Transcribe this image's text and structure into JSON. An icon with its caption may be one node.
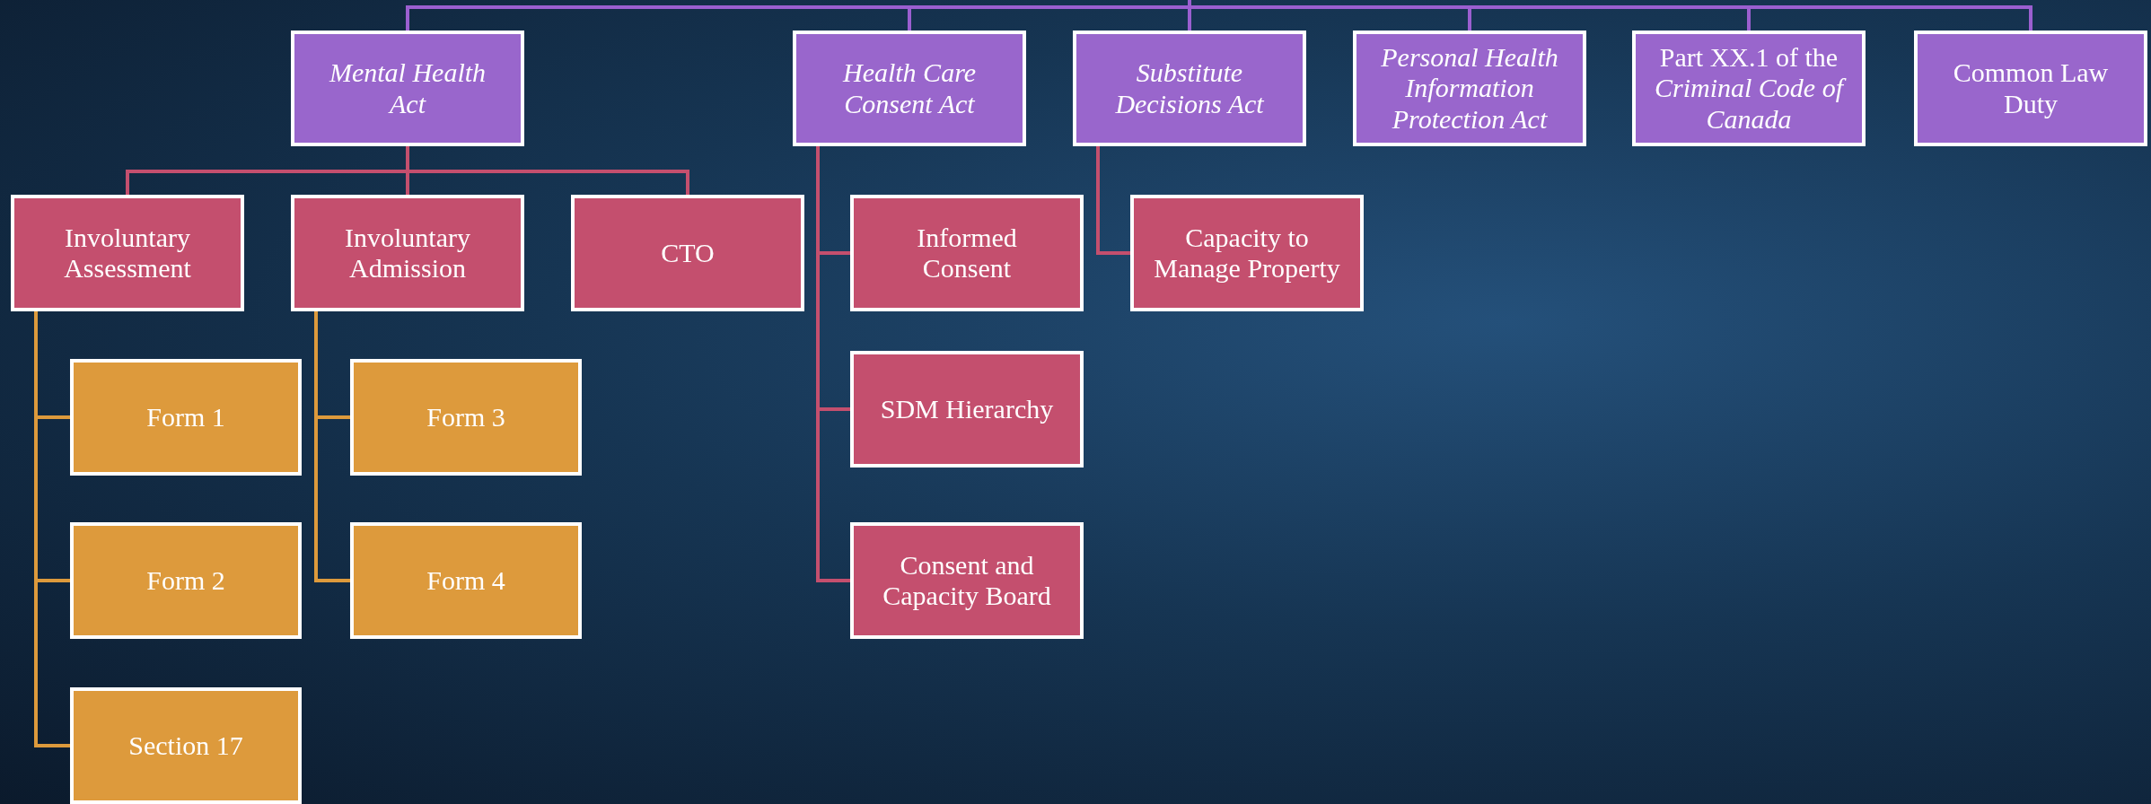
{
  "diagram": {
    "nodes": [
      {
        "text": [
          "Mental Health Act"
        ]
      },
      {
        "text": [
          "Health Care Consent Act"
        ]
      },
      {
        "text": [
          "Substitute Decisions Act"
        ]
      },
      {
        "text": [
          "Personal Health Information Protection Act"
        ]
      },
      {
        "text": [
          "Part XX.1 of the *Criminal Code of Canada*"
        ]
      },
      {
        "text": [
          "Common Law Duty"
        ]
      },
      {
        "text": [
          "Involuntary Assessment"
        ]
      },
      {
        "text": [
          "Involuntary Admission"
        ]
      },
      {
        "text": [
          "CTO"
        ]
      },
      {
        "text": [
          "Informed Consent"
        ]
      },
      {
        "text": [
          "Capacity to Manage Property"
        ]
      },
      {
        "text": [
          "SDM Hierarchy"
        ]
      },
      {
        "text": [
          "Consent and Capacity Board"
        ]
      },
      {
        "text": [
          "Form 1"
        ]
      },
      {
        "text": [
          "Form 2"
        ]
      },
      {
        "text": [
          "Section 17"
        ]
      },
      {
        "text": [
          "Form 3"
        ]
      },
      {
        "text": [
          "Form 4"
        ]
      }
    ],
    "edges": [
      {
        "from": null,
        "to": 0,
        "arrow": "none",
        "color": "#9b5fd0"
      },
      {
        "from": null,
        "to": 1,
        "arrow": "none",
        "color": "#9b5fd0"
      },
      {
        "from": null,
        "to": 2,
        "arrow": "none",
        "color": "#9b5fd0"
      },
      {
        "from": null,
        "to": 3,
        "arrow": "none",
        "color": "#9b5fd0"
      },
      {
        "from": null,
        "to": 4,
        "arrow": "none",
        "color": "#9b5fd0"
      },
      {
        "from": null,
        "to": 5,
        "arrow": "none",
        "color": "#9b5fd0"
      },
      {
        "from": 0,
        "to": 6,
        "arrow": "none"
      },
      {
        "from": 0,
        "to": 7,
        "arrow": "none"
      },
      {
        "from": 0,
        "to": 8,
        "arrow": "none"
      },
      {
        "from": 1,
        "to": 9,
        "arrow": "none"
      },
      {
        "from": 1,
        "to": 11,
        "arrow": "none"
      },
      {
        "from": 1,
        "to": 12,
        "arrow": "none"
      },
      {
        "from": 2,
        "to": 10,
        "arrow": "none"
      },
      {
        "from": 6,
        "to": 13,
        "arrow": "none",
        "color": "#dd9a3c"
      },
      {
        "from": 6,
        "to": 14,
        "arrow": "none",
        "color": "#dd9a3c"
      },
      {
        "from": 6,
        "to": 15,
        "arrow": "none",
        "color": "#dd9a3c"
      },
      {
        "from": 7,
        "to": 16,
        "arrow": "none",
        "color": "#dd9a3c"
      },
      {
        "from": 7,
        "to": 17,
        "arrow": "none",
        "color": "#dd9a3c"
      }
    ]
  }
}
